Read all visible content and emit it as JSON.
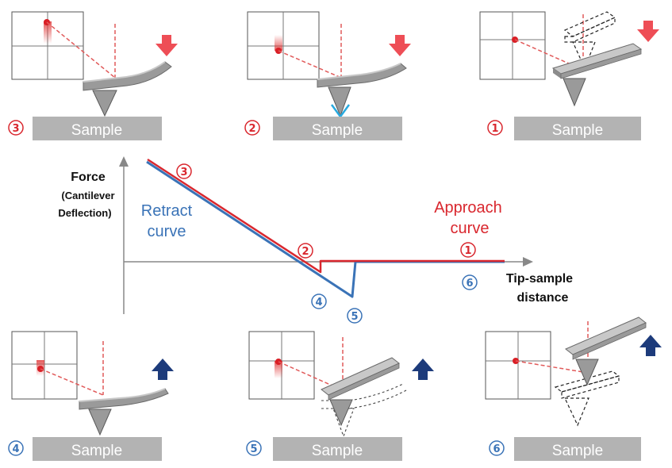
{
  "panels": [
    {
      "id": "p3",
      "step": "3",
      "sample_label": "Sample",
      "arrow": "down"
    },
    {
      "id": "p2",
      "step": "2",
      "sample_label": "Sample",
      "arrow": "down"
    },
    {
      "id": "p1",
      "step": "1",
      "sample_label": "Sample",
      "arrow": "down"
    },
    {
      "id": "p4",
      "step": "4",
      "sample_label": "Sample",
      "arrow": "up"
    },
    {
      "id": "p5",
      "step": "5",
      "sample_label": "Sample",
      "arrow": "up"
    },
    {
      "id": "p6",
      "step": "6",
      "sample_label": "Sample",
      "arrow": "up"
    }
  ],
  "graph": {
    "y_title": "Force",
    "y_subtitle_1": "(Cantilever",
    "y_subtitle_2": "Deflection)",
    "x_title_1": "Tip-sample",
    "x_title_2": "distance",
    "retract_1": "Retract",
    "retract_2": "curve",
    "approach_1": "Approach",
    "approach_2": "curve",
    "markers": [
      "3",
      "2",
      "1",
      "4",
      "5",
      "6"
    ]
  },
  "colors": {
    "approach": "#d9272e",
    "retract": "#3a73b7",
    "arrow_down": "#ee4e56",
    "arrow_up": "#1d3b7b",
    "sample": "#b3b3b3",
    "cantilever": "#9a9a9a",
    "beam": "#e15a5a",
    "contact": "#27a9df"
  }
}
